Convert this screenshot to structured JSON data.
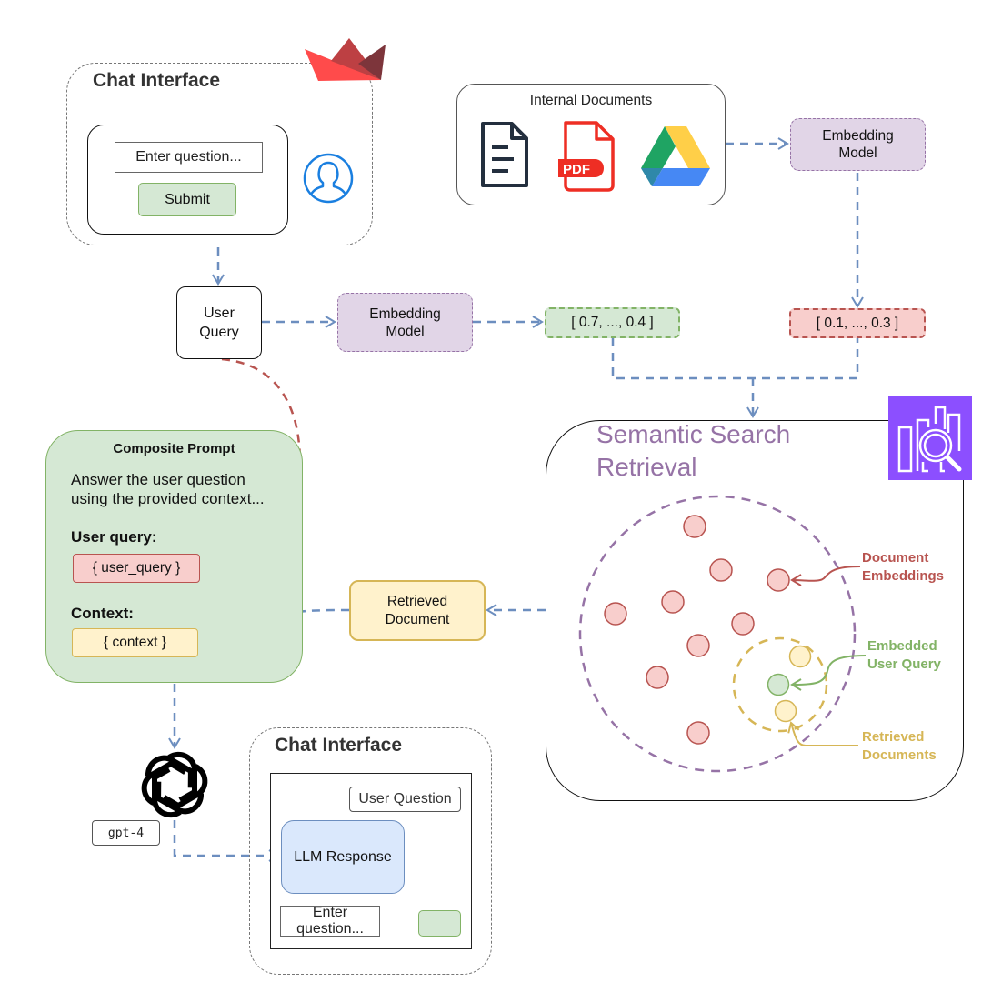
{
  "top_chat_interface": {
    "title": "Chat Interface",
    "input_placeholder": "Enter question...",
    "submit_label": "Submit",
    "logo_icon": "streamlit-boat-logo",
    "user_icon": "user-avatar-icon"
  },
  "user_query": {
    "label_line1": "User",
    "label_line2": "Query"
  },
  "query_embedding_model": {
    "line1": "Embedding",
    "line2": "Model"
  },
  "query_vector": {
    "text": "[ 0.7, ..., 0.4 ]"
  },
  "internal_documents": {
    "title": "Internal Documents",
    "icons": [
      "text-document-icon",
      "pdf-icon",
      "google-drive-icon"
    ],
    "pdf_badge": "PDF"
  },
  "doc_embedding_model": {
    "line1": "Embedding",
    "line2": "Model"
  },
  "doc_vector": {
    "text": "[ 0.1, ..., 0.3 ]"
  },
  "semantic_search": {
    "title_line1": "Semantic Search",
    "title_line2": "Retrieval",
    "service_icon": "search-analytics-icon",
    "annotations": {
      "document_embeddings": {
        "line1": "Document",
        "line2": "Embeddings",
        "color": "#b85450"
      },
      "embedded_user_query": {
        "line1": "Embedded",
        "line2": "User Query",
        "color": "#82b366"
      },
      "retrieved_documents": {
        "line1": "Retrieved",
        "line2": "Documents",
        "color": "#d6b656"
      }
    }
  },
  "retrieved_document": {
    "line1": "Retrieved",
    "line2": "Document"
  },
  "composite_prompt": {
    "title": "Composite Prompt",
    "instruction_line1": "Answer the user question",
    "instruction_line2": "using the provided context...",
    "user_query_label": "User query:",
    "user_query_placeholder": "{ user_query }",
    "context_label": "Context:",
    "context_placeholder": "{ context }"
  },
  "llm": {
    "icon": "openai-logo-icon",
    "model_name": "gpt-4"
  },
  "bottom_chat_interface": {
    "title": "Chat Interface",
    "user_question": "User Question",
    "llm_response": "LLM Response",
    "input_placeholder": "Enter question..."
  },
  "colors": {
    "arrow_blue": "#6c8ebf",
    "arrow_red": "#b85450",
    "green_fill": "#d5e8d4",
    "green_stroke": "#82b366",
    "red_fill": "#f8cecc",
    "red_stroke": "#b85450",
    "yellow_fill": "#fff2cc",
    "yellow_stroke": "#d6b656",
    "purple_fill": "#e1d5e7",
    "purple_stroke": "#9673a6",
    "blue_fill": "#dae8fc",
    "aws_purple": "#8c4fff",
    "user_icon_blue": "#1a7fe0"
  }
}
